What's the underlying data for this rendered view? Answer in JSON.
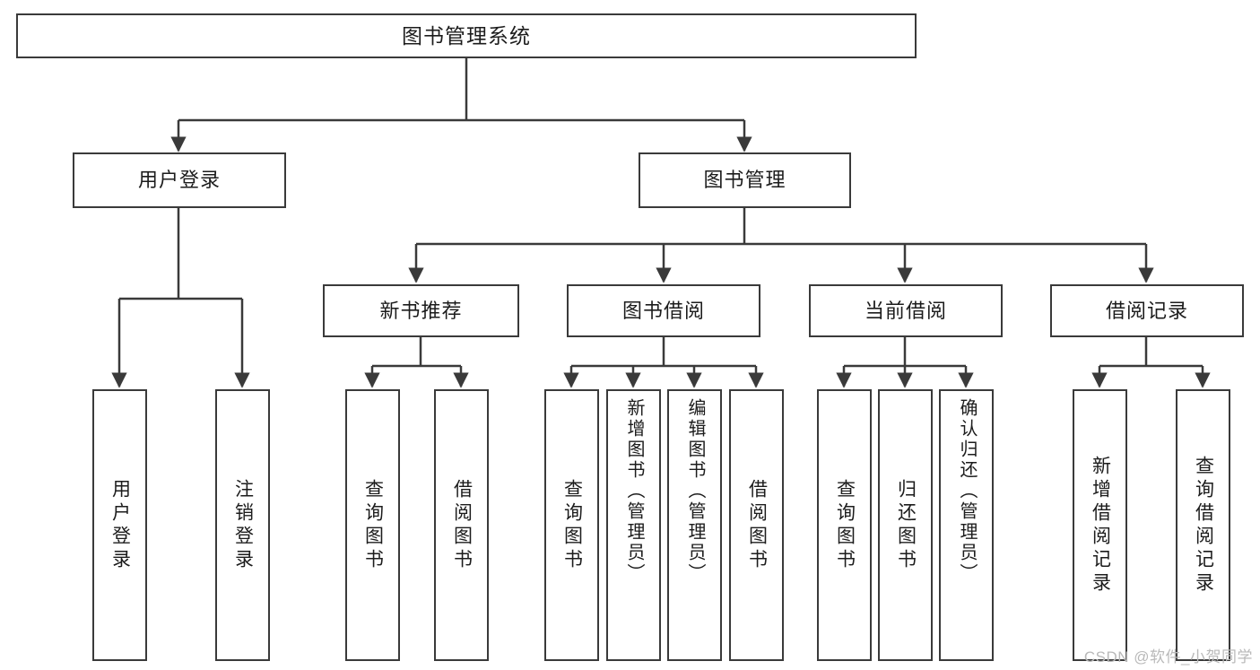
{
  "diagram": {
    "title": "图书管理系统",
    "type": "hierarchy-tree",
    "watermark": "CSDN @软件_小贺同学",
    "colors": {
      "box_border": "#3a3a3a",
      "box_fill": "#ffffff",
      "edge": "#3a3a3a",
      "text": "#1c1c1c",
      "watermark": "#b9b9b9"
    },
    "root": {
      "label": "图书管理系统"
    },
    "level2": [
      {
        "label": "用户登录"
      },
      {
        "label": "图书管理"
      }
    ],
    "level3": [
      {
        "label": "新书推荐"
      },
      {
        "label": "图书借阅"
      },
      {
        "label": "当前借阅"
      },
      {
        "label": "借阅记录"
      }
    ],
    "leaves": {
      "user_login": [
        {
          "label": "用户登录"
        },
        {
          "label": "注销登录"
        }
      ],
      "new_book_recommend": [
        {
          "label": "查询图书"
        },
        {
          "label": "借阅图书"
        }
      ],
      "book_borrow": [
        {
          "label": "查询图书"
        },
        {
          "label": "新增图书（管理员）"
        },
        {
          "label": "编辑图书（管理员）"
        },
        {
          "label": "借阅图书"
        }
      ],
      "current_borrow": [
        {
          "label": "查询图书"
        },
        {
          "label": "归还图书"
        },
        {
          "label": "确认归还（管理员）"
        }
      ],
      "borrow_record": [
        {
          "label": "新增借阅记录"
        },
        {
          "label": "查询借阅记录"
        }
      ]
    }
  }
}
